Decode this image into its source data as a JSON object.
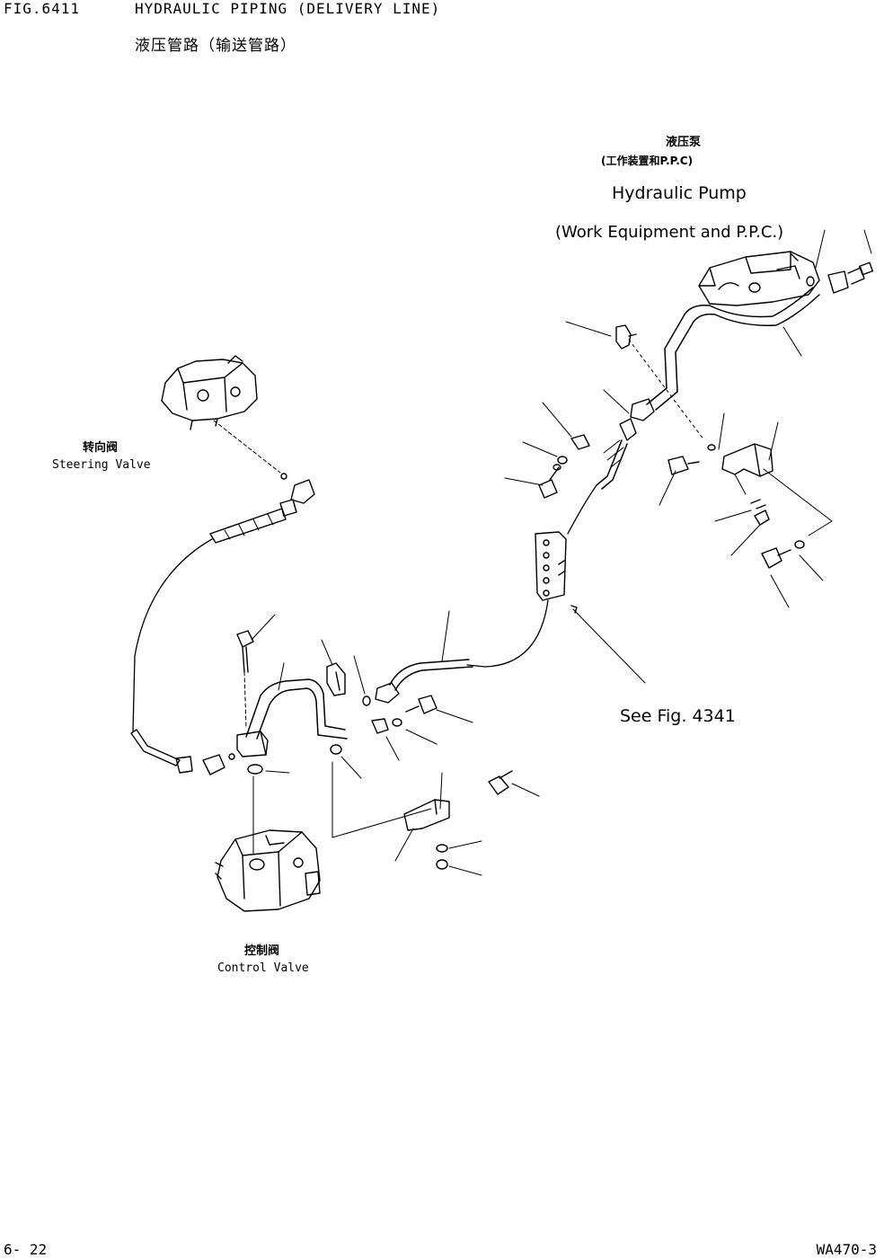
{
  "header": {
    "fig_number": "FIG.6411",
    "title_en": "HYDRAULIC PIPING (DELIVERY LINE)",
    "title_cn": "液压管路（输送管路）"
  },
  "labels": {
    "pump_cn": "液压泵",
    "pump_cn_sub": "(工作装置和P.P.C)",
    "pump_en": "Hydraulic Pump",
    "pump_en_sub": "(Work Equipment and P.P.C.)",
    "steering_cn": "转向阀",
    "steering_en": "Steering Valve",
    "control_cn": "控制阀",
    "control_en": "Control Valve",
    "see_fig": "See Fig. 4341"
  },
  "footer": {
    "page": "6- 22",
    "model": "WA470-3"
  },
  "colors": {
    "ink": "#000000",
    "paper": "#ffffff"
  }
}
